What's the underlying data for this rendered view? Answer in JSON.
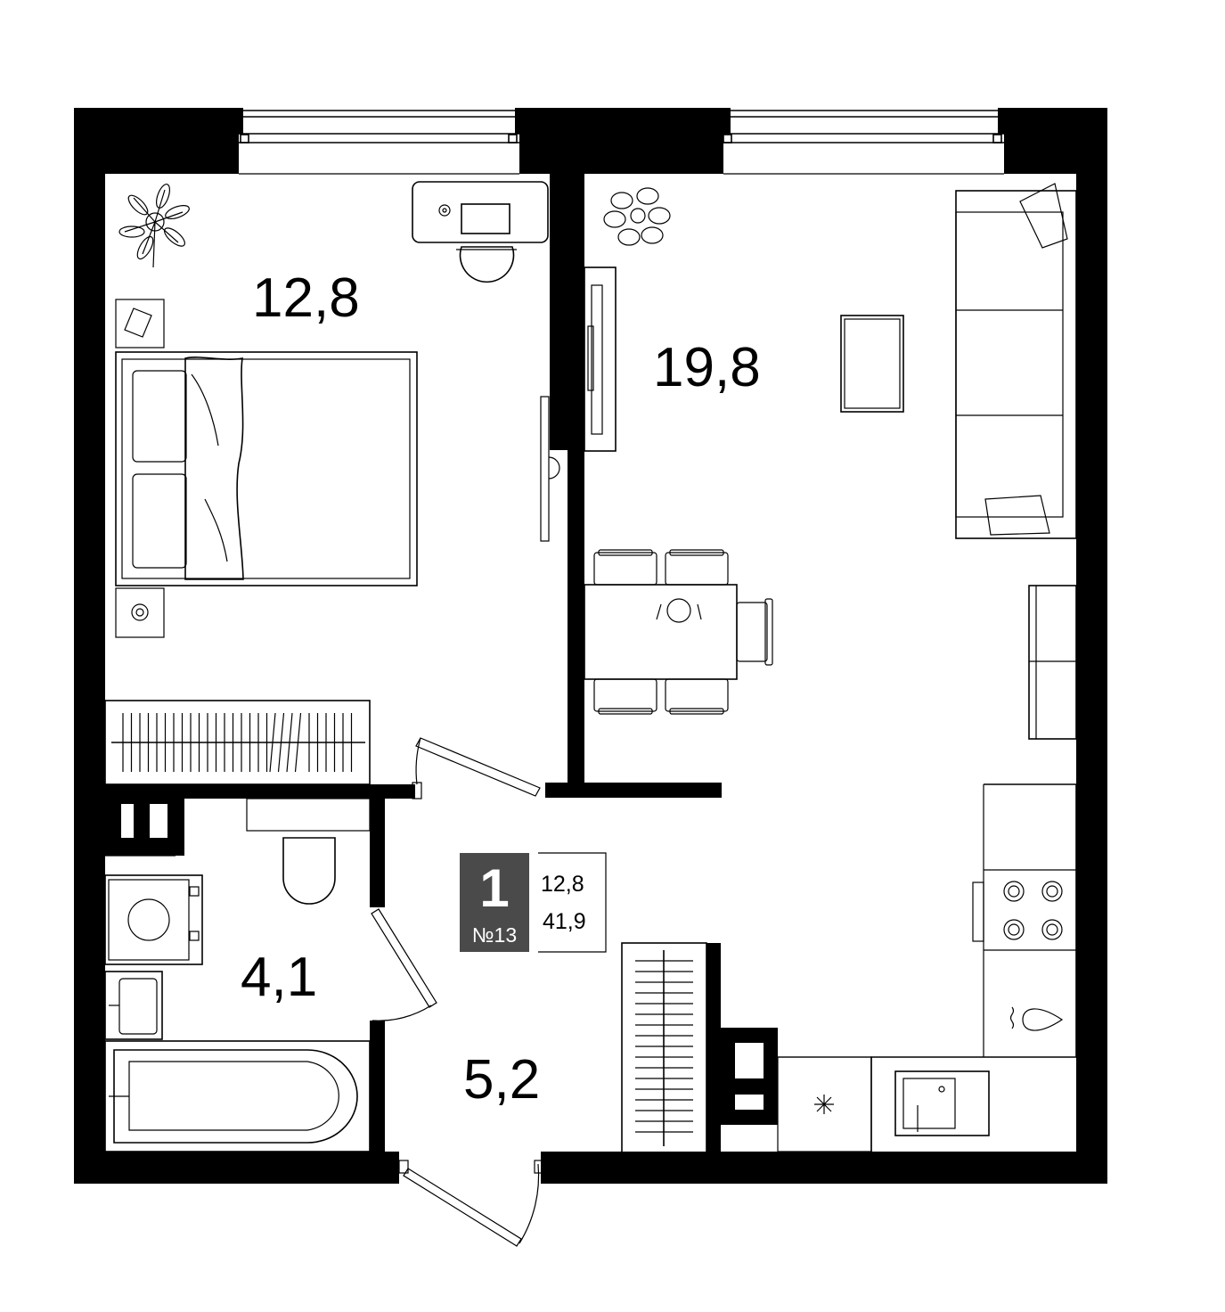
{
  "rooms": [
    {
      "id": "bedroom",
      "area": "12,8"
    },
    {
      "id": "living-kitchen",
      "area": "19,8"
    },
    {
      "id": "bathroom",
      "area": "4,1"
    },
    {
      "id": "hallway",
      "area": "5,2"
    }
  ],
  "info": {
    "rooms_count": "1",
    "apartment_number": "№13",
    "living_area": "12,8",
    "total_area": "41,9"
  },
  "colors": {
    "wall": "#000000",
    "badge": "#4a4a4a",
    "background": "#ffffff"
  }
}
